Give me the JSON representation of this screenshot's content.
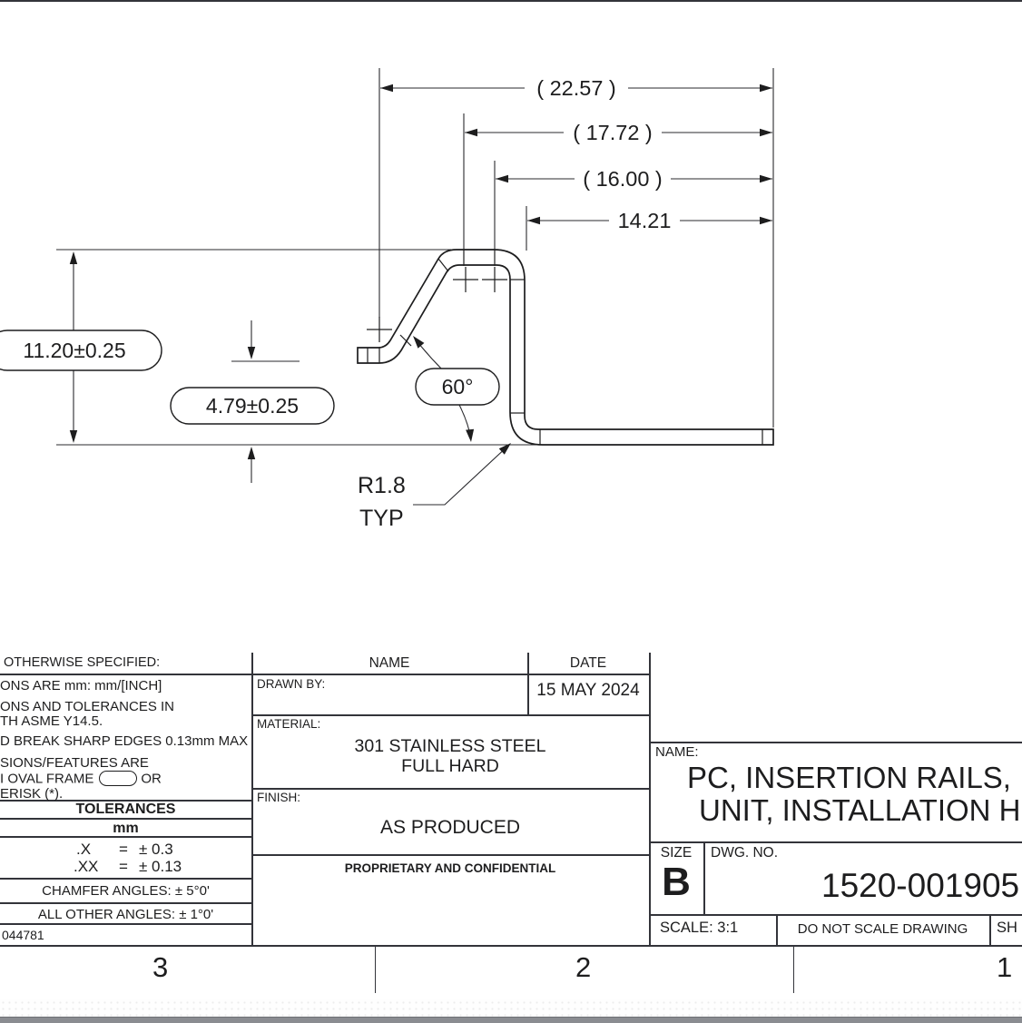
{
  "drawing": {
    "dims": {
      "overall": "( 22.57 )",
      "second": "( 17.72 )",
      "third": "( 16.00 )",
      "fourth": "14.21",
      "height": "11.20±0.25",
      "tab_height": "4.79±0.25",
      "angle": "60°",
      "radius": "R1.8",
      "radius_typ": "TYP"
    }
  },
  "titleblock": {
    "notes_header": "OTHERWISE SPECIFIED:",
    "notes": {
      "line1": "ONS ARE mm: mm/[INCH]",
      "line2": "ONS AND TOLERANCES IN",
      "line3": "TH ASME Y14.5.",
      "line4": "D BREAK SHARP EDGES 0.13mm MAX",
      "line5": "SIONS/FEATURES ARE",
      "line6_prefix": "I OVAL FRAME",
      "line6_suffix": "OR",
      "line7": "ERISK (*)."
    },
    "tolerances": {
      "title": "TOLERANCES",
      "unit": "mm",
      "rows": [
        {
          "label": ".X",
          "eq": "=",
          "value": "± 0.3"
        },
        {
          "label": ".XX",
          "eq": "=",
          "value": "± 0.13"
        }
      ],
      "chamfer": "CHAMFER ANGLES:   ± 5°0'",
      "other_angles": "ALL OTHER ANGLES:  ± 1°0'"
    },
    "doc_number": "044781",
    "header": {
      "name": "NAME",
      "date": "DATE"
    },
    "drawn_by_label": "DRAWN BY:",
    "drawn_date": "15 MAY 2024",
    "material_label": "MATERIAL:",
    "material_line1": "301 STAINLESS STEEL",
    "material_line2": "FULL HARD",
    "finish_label": "FINISH:",
    "finish_value": "AS PRODUCED",
    "proprietary": "PROPRIETARY AND CONFIDENTIAL",
    "part_name_label": "NAME:",
    "part_name_line1": "PC, INSERTION RAILS,",
    "part_name_line2": "UNIT, INSTALLATION H",
    "size_label": "SIZE",
    "size_value": "B",
    "dwg_label": "DWG.  NO.",
    "dwg_number": "1520-001905",
    "scale_label": "SCALE:  3:1",
    "no_scale_label": "DO NOT SCALE DRAWING",
    "sheet_label": "SH"
  },
  "zones": {
    "z3": "3",
    "z2": "2",
    "z1": "1"
  },
  "colors": {
    "line": "#1d1d1e",
    "bottom_bar": "#8a8c91"
  }
}
